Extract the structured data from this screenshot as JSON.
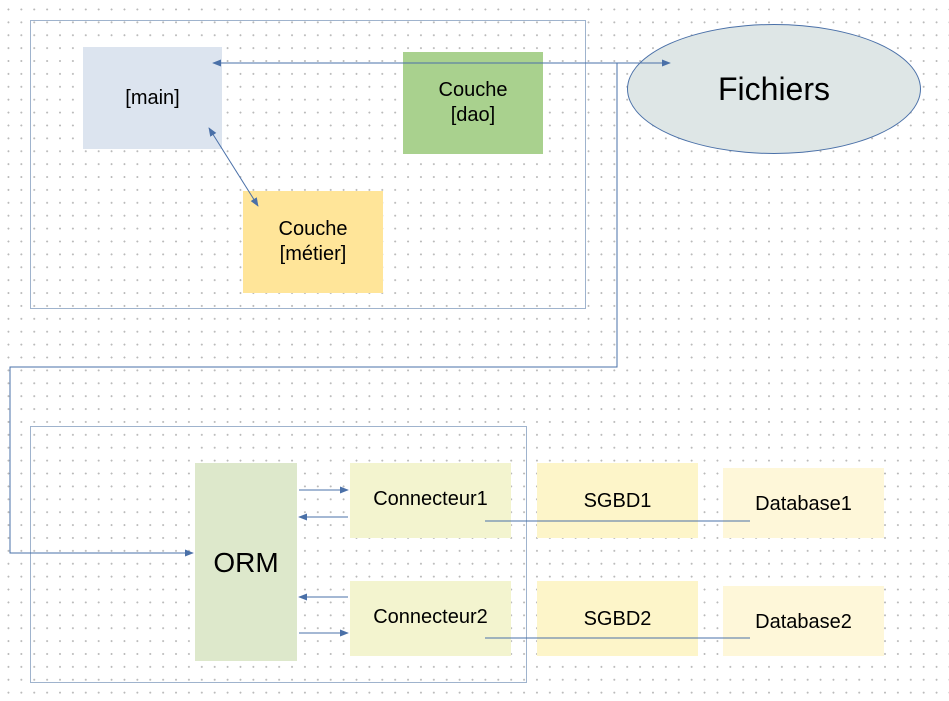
{
  "nodes": {
    "main": "[main]",
    "dao": "Couche\n[dao]",
    "metier": "Couche\n[métier]",
    "fichiers": "Fichiers",
    "orm": "ORM",
    "connecteur1": "Connecteur1",
    "connecteur2": "Connecteur2",
    "sgbd1": "SGBD1",
    "sgbd2": "SGBD2",
    "database1": "Database1",
    "database2": "Database2"
  },
  "colors": {
    "main_fill": "#dce4ef",
    "dao_fill": "#a9d18e",
    "metier_fill": "#ffe599",
    "fichiers_fill": "#dee6e6",
    "orm_fill": "#dde8cb",
    "connector_fill": "#f3f4cf",
    "sgbd_fill": "#fdf5c9",
    "database_fill": "#fef7d9",
    "line": "#4a70a8",
    "frame": "#9fb3cd"
  }
}
